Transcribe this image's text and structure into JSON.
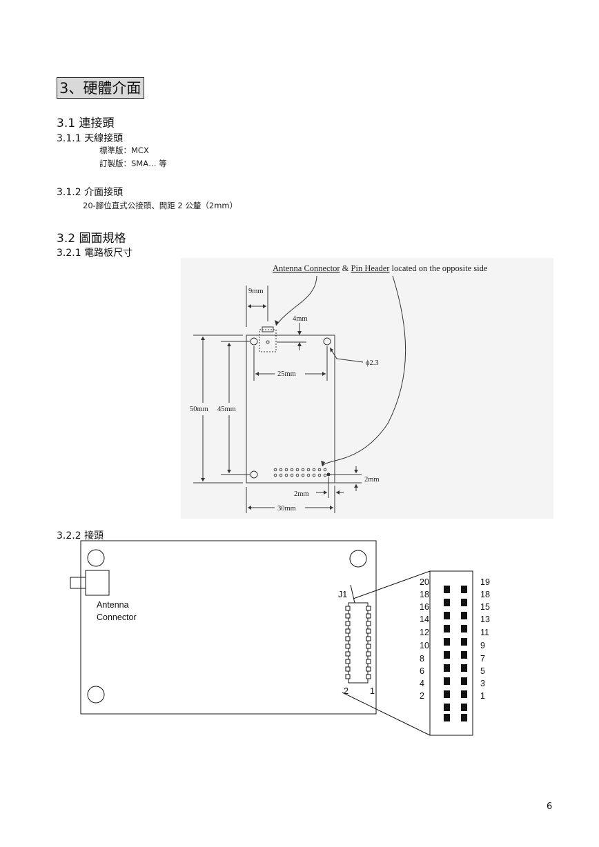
{
  "chapter": {
    "title": "3、硬體介面"
  },
  "s3_1": {
    "title": "3.1  連接頭",
    "s3_1_1": {
      "title": "3.1.1  天線接頭",
      "lines": [
        "標準版：MCX",
        "訂製版：SMA… 等"
      ]
    },
    "s3_1_2": {
      "title": "3.1.2  介面接頭",
      "lines": [
        "20-腳位直式公接頭、間距 2 公釐（2mm）"
      ]
    }
  },
  "s3_2": {
    "title": "3.2  圖面規格",
    "s3_2_1": {
      "title": "3.2.1  電路板尺寸"
    },
    "s3_2_2": {
      "title": "3.2.2  接頭"
    }
  },
  "board_drawing": {
    "header_note": {
      "antenna_link": "Antenna Connector",
      "amp": " & ",
      "pin_link": "Pin Header",
      "rest": " located on the opposite side"
    },
    "dims": {
      "d9": "9mm",
      "d4": "4mm",
      "d25": "25mm",
      "phi": "ϕ2.3",
      "d50": "50mm",
      "d45": "45mm",
      "d2a": "2mm",
      "d2b": "2mm",
      "d30": "30mm"
    }
  },
  "pin_diagram": {
    "antenna_label": [
      "Antenna",
      "Connector"
    ],
    "j1": "J1",
    "pin2": "2",
    "pin1": "1",
    "left_numbers": [
      "20",
      "18",
      "16",
      "14",
      "12",
      "10",
      "8",
      "6",
      "4",
      "2"
    ],
    "right_numbers": [
      "19",
      "18",
      "15",
      "13",
      "11",
      "9",
      "7",
      "5",
      "3",
      "1"
    ]
  },
  "page_number": "6"
}
